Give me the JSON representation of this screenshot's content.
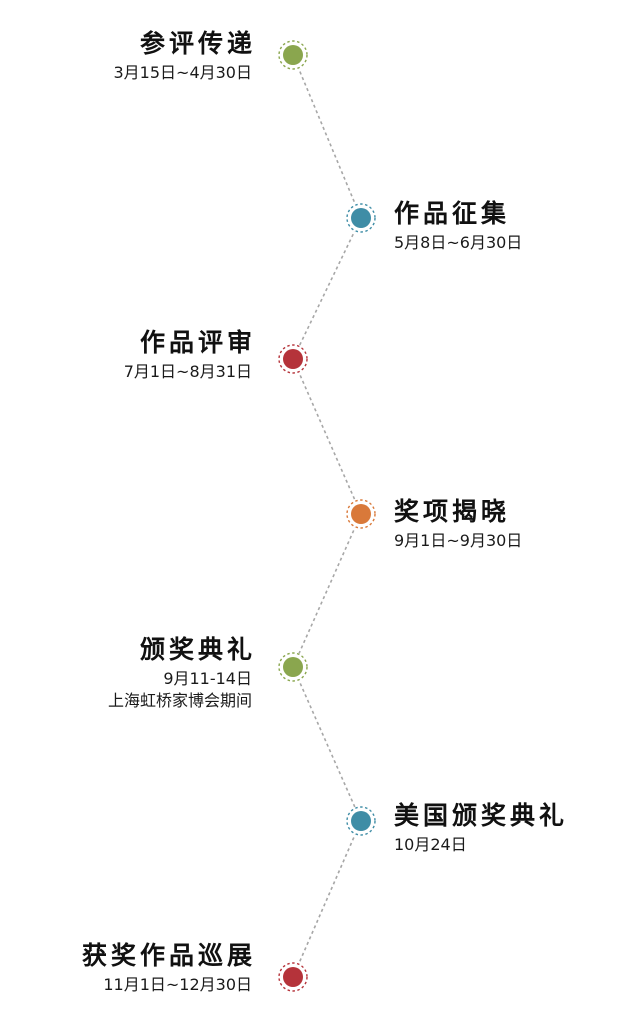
{
  "stages": [
    {
      "title": "参评传递",
      "date": "3月15日~4月30日",
      "color": "#8aa64e"
    },
    {
      "title": "作品征集",
      "date": "5月8日~6月30日",
      "color": "#3f8da6"
    },
    {
      "title": "作品评审",
      "date": "7月1日~8月31日",
      "color": "#b5333a"
    },
    {
      "title": "奖项揭晓",
      "date": "9月1日~9月30日",
      "color": "#d9793a"
    },
    {
      "title": "颁奖典礼",
      "date": "9月11-14日",
      "date2": "上海虹桥家博会期间",
      "color": "#8aa64e"
    },
    {
      "title": "美国颁奖典礼",
      "date": "10月24日",
      "color": "#3f8da6"
    },
    {
      "title": "获奖作品巡展",
      "date": "11月1日~12月30日",
      "color": "#b5333a"
    }
  ]
}
